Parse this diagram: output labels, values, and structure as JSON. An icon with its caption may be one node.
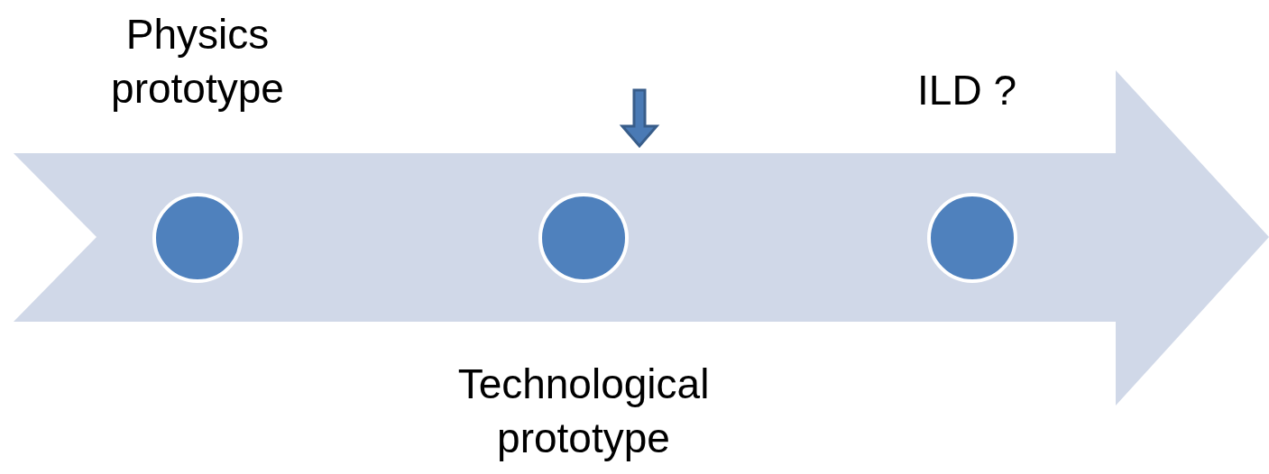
{
  "diagram": {
    "nodes": [
      {
        "text": [],
        "shape": "arrow"
      },
      {
        "text": [],
        "shape": "circle",
        "in": 0,
        "beside": [
          "Physics prototype"
        ]
      },
      {
        "text": [],
        "shape": "circle",
        "in": 0,
        "beside": [
          "Technological prototype"
        ]
      },
      {
        "text": [],
        "shape": "circle",
        "in": 0,
        "beside": [
          "ILD ?"
        ]
      }
    ]
  }
}
